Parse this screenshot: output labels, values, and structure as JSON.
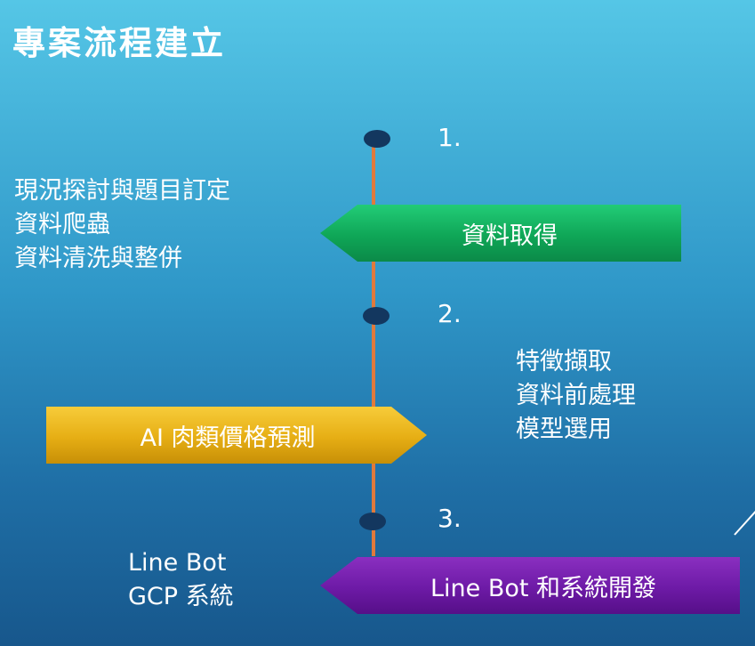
{
  "title": "專案流程建立",
  "steps": [
    {
      "number": "1.",
      "banner": "資料取得",
      "banner_color": "#0fa657",
      "notes": [
        "現況探討與題目訂定",
        "資料爬蟲",
        "資料清洗與整併"
      ]
    },
    {
      "number": "2.",
      "banner": "AI 肉類價格預測",
      "banner_color": "#e6ae14",
      "notes": [
        "特徵擷取",
        "資料前處理",
        "模型選用"
      ]
    },
    {
      "number": "3.",
      "banner": "Line Bot 和系統開發",
      "banner_color": "#6d1aa6",
      "notes": [
        "Line Bot",
        "GCP 系統"
      ]
    }
  ],
  "colors": {
    "timeline": "#e07a3c",
    "dot": "#13375f",
    "text": "#ffffff"
  }
}
